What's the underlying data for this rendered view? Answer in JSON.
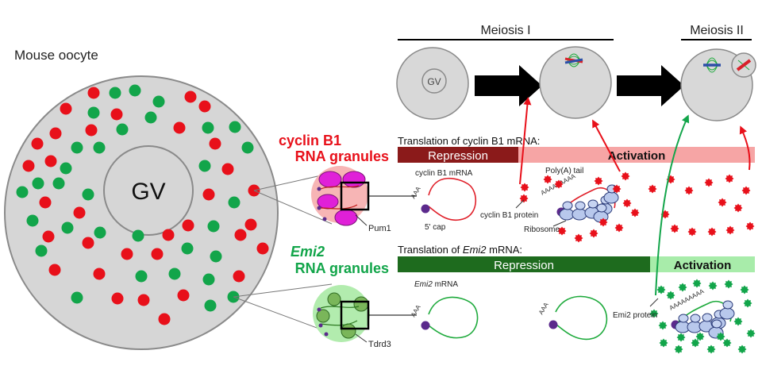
{
  "oocyte": {
    "title": "Mouse oocyte",
    "gv_label": "GV"
  },
  "granules": {
    "cyclin": {
      "line1": "cyclin B1",
      "line2": "RNA granules",
      "color": "#e8101a",
      "protein_label": "Pum1"
    },
    "emi2": {
      "line1": "Emi2",
      "line2": "RNA granules",
      "color": "#12a54a",
      "protein_label": "Tdrd3"
    }
  },
  "stages": {
    "meiosis1": "Meiosis I",
    "meiosis2": "Meiosis II",
    "gv_label": "GV"
  },
  "cyclin_translation": {
    "heading": "Translation of cyclin B1 mRNA:",
    "repression": "Repression",
    "activation": "Activation",
    "mrna_label": "cyclin B1 mRNA",
    "cap_label": "5' cap",
    "polya_label": "Poly(A) tail",
    "protein_label": "cyclin B1 protein",
    "ribosome_label": "Ribosome",
    "short_tail": "AAA",
    "long_tail": "AAAAAAAAA",
    "repression_color": "#8b1a1a",
    "activation_color": "#f6a5a5"
  },
  "emi2_translation": {
    "heading_prefix": "Translation of ",
    "heading_gene": "Emi2",
    "heading_suffix": " mRNA:",
    "repression": "Repression",
    "activation": "Activation",
    "mrna_gene": "Emi2",
    "mrna_suffix": " mRNA",
    "protein_label": "Emi2 protein",
    "short_tail": "AAA",
    "long_tail": "AAAAAAAAA",
    "repression_color": "#1e6b1e",
    "activation_color": "#a8ecaa"
  }
}
